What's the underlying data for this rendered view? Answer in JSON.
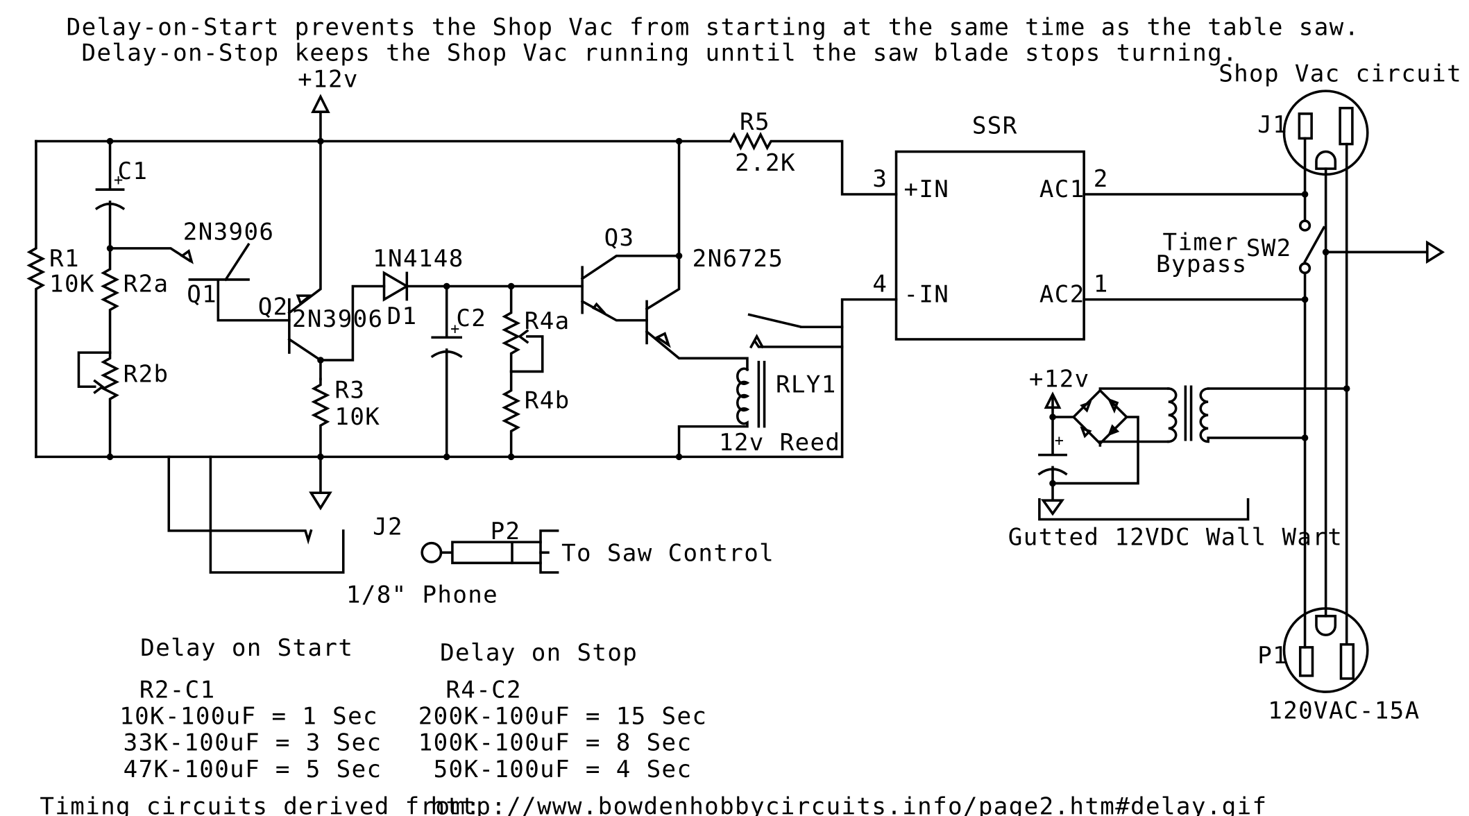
{
  "header": {
    "line1": "Delay-on-Start prevents the Shop Vac from starting at the same time as the table saw.",
    "line2": "Delay-on-Stop keeps the Shop Vac running  unntil the saw blade stops turning."
  },
  "labels": {
    "supply_top": "+12v",
    "c1": "C1",
    "r1": "R1",
    "r1_value": "10K",
    "r2a": "R2a",
    "r2b": "R2b",
    "q1_type": "2N3906",
    "q1": "Q1",
    "q2": "Q2",
    "q2_type": "2N3906",
    "r3": "R3",
    "r3_value": "10K",
    "d1_type": "1N4148",
    "d1": "D1",
    "c2": "C2",
    "r4a": "R4a",
    "r4b": "R4b",
    "q3": "Q3",
    "q3_type": "2N6725",
    "r5": "R5",
    "r5_value": "2.2K",
    "rly1": "RLY1",
    "rly1_type": "12v Reed",
    "j2": "J2",
    "p2": "P2",
    "to_saw": "To Saw Control",
    "phone": "1/8\" Phone",
    "ssr": "SSR",
    "ssr_pin3": "3",
    "ssr_in_pos": "+IN",
    "ssr_pin4": "4",
    "ssr_in_neg": "-IN",
    "ssr_pin2": "2",
    "ssr_ac1": "AC1",
    "ssr_pin1": "1",
    "ssr_ac2": "AC2",
    "timer_bypass_1": "Timer",
    "timer_bypass_2": "Bypass",
    "sw2": "SW2",
    "shop_vac": "Shop Vac circuit",
    "j1": "J1",
    "supply_wallwart": "+12v",
    "wall_wart": "Gutted 12VDC Wall Wart",
    "p1": "P1",
    "mains": "120VAC-15A"
  },
  "delay_start": {
    "title": "Delay on Start",
    "header": "R2-C1",
    "rows": [
      "10K-100uF = 1 Sec",
      "33K-100uF = 3 Sec",
      "47K-100uF = 5 Sec"
    ]
  },
  "delay_stop": {
    "title": "Delay on Stop",
    "header": "R4-C2",
    "rows": [
      "200K-100uF = 15 Sec",
      "100K-100uF = 8 Sec",
      " 50K-100uF = 4 Sec"
    ]
  },
  "footer": {
    "prefix": "Timing circuits derived from:",
    "url": "http://www.bowdenhobbycircuits.info/page2.htm#delay.gif"
  }
}
